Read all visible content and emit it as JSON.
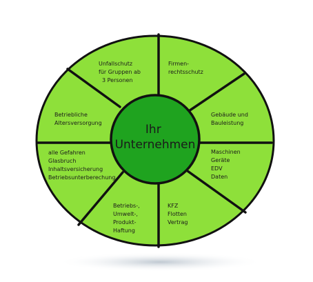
{
  "diagram": {
    "center": {
      "lines": [
        "Ihr",
        "Unternehmen"
      ]
    },
    "segments": [
      {
        "id": "unfallschutz",
        "lines": [
          "Unfallschutz",
          "für Gruppen ab",
          "3 Personen"
        ]
      },
      {
        "id": "firmenrechtsschutz",
        "lines": [
          "Firmen-",
          "rechtsschutz"
        ]
      },
      {
        "id": "gebaeude",
        "lines": [
          "Gebäude und",
          "Bauleistung"
        ]
      },
      {
        "id": "maschinen",
        "lines": [
          "Maschinen",
          "Geräte",
          "EDV",
          "Daten"
        ]
      },
      {
        "id": "kfz",
        "lines": [
          "KFZ",
          "Flotten",
          "Vertrag"
        ]
      },
      {
        "id": "betriebshaftung",
        "lines": [
          "Betriebs-,",
          "Umwelt-,",
          "Produkt-",
          "Haftung"
        ]
      },
      {
        "id": "gefahren",
        "lines": [
          "alle Gefahren",
          "Glasbruch",
          "Inhaltsversicherung",
          "Betriebsunterberechung"
        ]
      },
      {
        "id": "altersversorgung",
        "lines": [
          "Betriebliche",
          "Altersversorgung"
        ]
      }
    ],
    "colors": {
      "segment_fill": "#8ee03a",
      "center_fill": "#1fa31f",
      "stroke": "#111111",
      "shadow": "#c8d0d8"
    }
  }
}
